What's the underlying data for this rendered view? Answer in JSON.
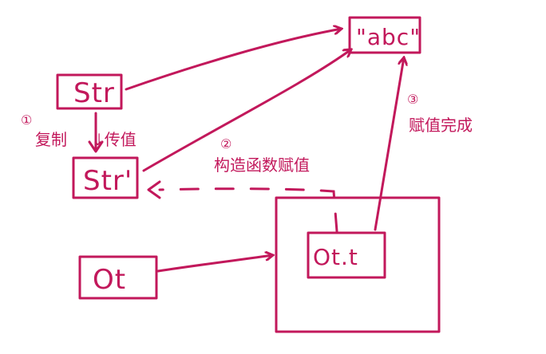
{
  "boxes": {
    "str": "Str",
    "str_copy": "Str'",
    "abc": "\"abc\"",
    "ot": "Ot",
    "ot_t": "Ot.t",
    "outer_object": ""
  },
  "annotations": {
    "step1_num": "①",
    "step1_text": "复制",
    "step1_arrow_text": "⇓传值",
    "step2_num": "②",
    "step2_text": "构造函数赋值",
    "step3_num": "③",
    "step3_text": "赋值完成"
  },
  "colors": {
    "ink": "#c2185b",
    "background": "#ffffff"
  }
}
